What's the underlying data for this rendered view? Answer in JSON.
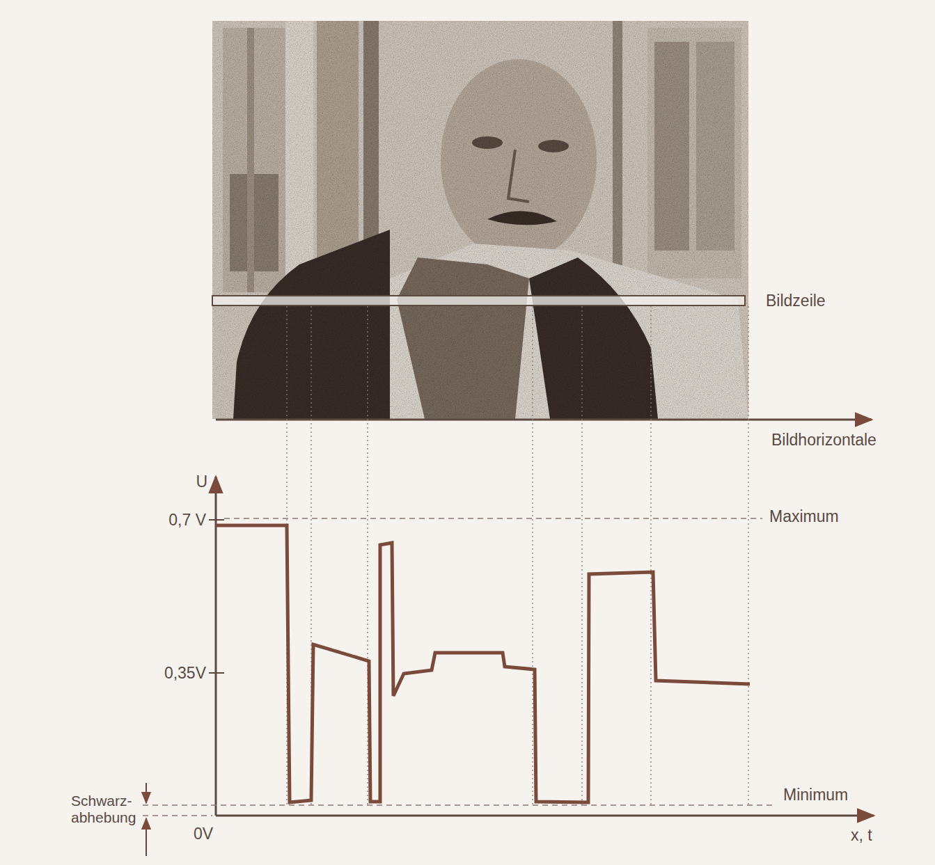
{
  "diagram": {
    "labels": [
      "Bildzeile",
      "Bildhorizontale",
      "U",
      "0,7 V",
      "Maximum",
      "0,35V",
      "Schwarz- abhebung",
      "0V",
      "Minimum",
      "x, t"
    ]
  }
}
